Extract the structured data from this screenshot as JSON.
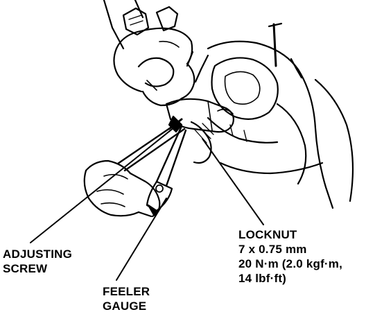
{
  "labels": {
    "adjusting_screw": [
      "ADJUSTING",
      "SCREW"
    ],
    "feeler_gauge": [
      "FEELER",
      "GAUGE"
    ],
    "locknut": [
      "LOCKNUT",
      "7 x 0.75 mm",
      "20 N·m (2.0 kgf·m,",
      "14 lbf·ft)"
    ]
  },
  "colors": {
    "ink": "#000000",
    "paper": "#ffffff"
  }
}
